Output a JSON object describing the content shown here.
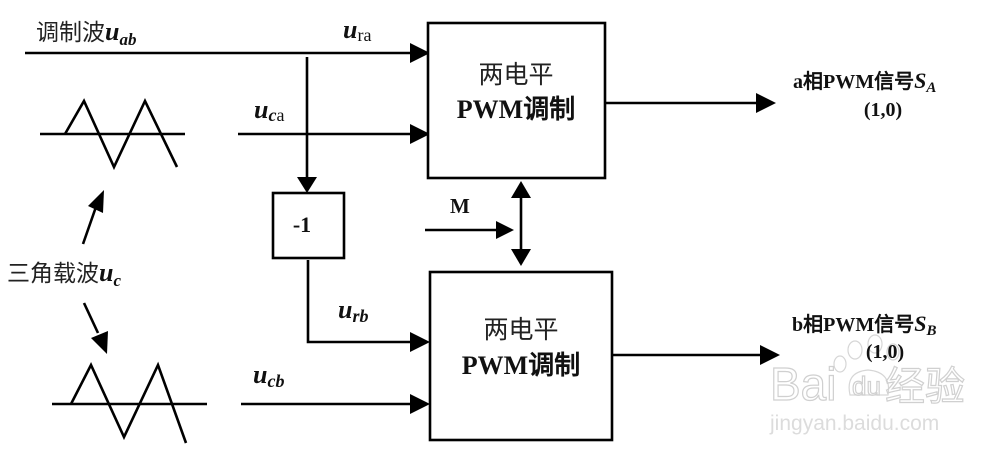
{
  "inputs": {
    "modulating_wave": {
      "label": "调制波",
      "symbol": "u",
      "subscript": "ab"
    },
    "carrier_wave": {
      "label": "三角载波",
      "symbol": "u",
      "subscript": "c"
    }
  },
  "signals": {
    "u_ra": {
      "symbol": "u",
      "subscript": "ra"
    },
    "u_ca": {
      "symbol": "u",
      "subscript": "c",
      "subscript_extra": "a"
    },
    "u_rb": {
      "symbol": "u",
      "subscript": "rb"
    },
    "u_cb": {
      "symbol": "u",
      "subscript": "cb"
    },
    "M": {
      "label": "M"
    }
  },
  "blocks": {
    "inverter": {
      "label": "-1"
    },
    "pwm_a": {
      "line1": "两电平",
      "line2": "PWM调制"
    },
    "pwm_b": {
      "line1": "两电平",
      "line2": "PWM调制"
    }
  },
  "outputs": {
    "a": {
      "prefix": "a相PWM信号",
      "symbol": "S",
      "subscript": "A",
      "values": "(1,0)"
    },
    "b": {
      "prefix": "b相PWM信号",
      "symbol": "S",
      "subscript": "B",
      "values": "(1,0)"
    }
  },
  "watermark": {
    "brand_latin": "Bai",
    "brand_du": "du",
    "brand_cn": "经验",
    "url": "jingyan.baidu.com"
  }
}
